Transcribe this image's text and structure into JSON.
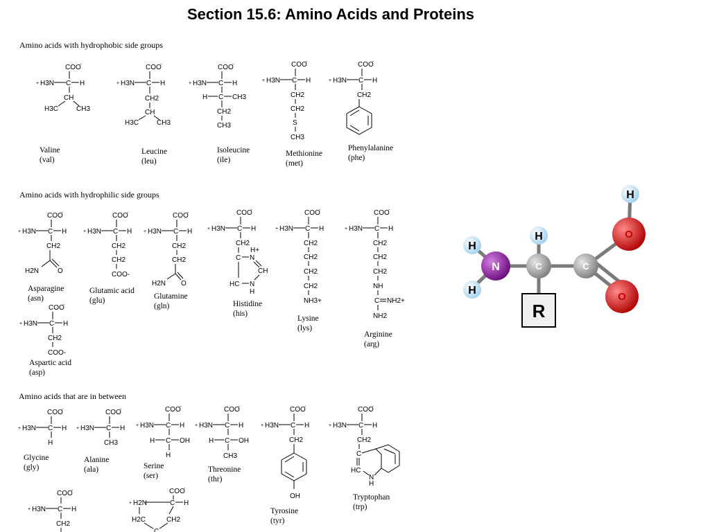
{
  "title": "Section 15.6:  Amino Acids and Proteins",
  "sections": {
    "hydrophobic": "Amino acids with hydrophobic side groups",
    "hydrophilic": "Amino acids with hydrophilic side groups",
    "between": "Amino acids that are in between"
  },
  "amino_acids": [
    {
      "name": "Valine",
      "abbr": "(val)"
    },
    {
      "name": "Leucine",
      "abbr": "(leu)"
    },
    {
      "name": "Isoleucine",
      "abbr": "(ile)"
    },
    {
      "name": "Methionine",
      "abbr": "(met)"
    },
    {
      "name": "Phenylalanine",
      "abbr": "(phe)"
    },
    {
      "name": "Asparagine",
      "abbr": "(asn)"
    },
    {
      "name": "Glutamic acid",
      "abbr": "(glu)"
    },
    {
      "name": "Glutamine",
      "abbr": "(gln)"
    },
    {
      "name": "Histidine",
      "abbr": "(his)"
    },
    {
      "name": "Lysine",
      "abbr": "(lys)"
    },
    {
      "name": "Arginine",
      "abbr": "(arg)"
    },
    {
      "name": "Aspartic acid",
      "abbr": "(asp)"
    },
    {
      "name": "Glycine",
      "abbr": "(gly)"
    },
    {
      "name": "Alanine",
      "abbr": "(ala)"
    },
    {
      "name": "Serine",
      "abbr": "(ser)"
    },
    {
      "name": "Threonine",
      "abbr": "(thr)"
    },
    {
      "name": "Tyrosine",
      "abbr": "(tyr)"
    },
    {
      "name": "Tryptophan",
      "abbr": "(trp)"
    }
  ],
  "backbone": {
    "carboxyl": "COO",
    "amine": "H3N",
    "alpha": "C",
    "h": "H",
    "charge_minus": "-",
    "charge_plus": "+"
  },
  "groups": {
    "val": [
      "CH",
      "H3C",
      "CH3"
    ],
    "leu": [
      "CH2",
      "CH",
      "H3C",
      "CH3"
    ],
    "ile": [
      "H",
      "C",
      "CH3",
      "CH2",
      "CH3"
    ],
    "met": [
      "CH2",
      "CH2",
      "S",
      "CH3"
    ],
    "phe": [
      "CH2"
    ],
    "asn": [
      "CH2",
      "H2N",
      "O"
    ],
    "glu": [
      "CH2",
      "CH2",
      "COO-"
    ],
    "gln": [
      "CH2",
      "CH2",
      "H2N",
      "O"
    ],
    "his": [
      "CH2",
      "C",
      "N",
      "H+",
      "CH",
      "HC",
      "N",
      "H"
    ],
    "lys": [
      "CH2",
      "CH2",
      "CH2",
      "CH2",
      "NH3+"
    ],
    "arg": [
      "CH2",
      "CH2",
      "CH2",
      "NH",
      "C",
      "NH2+",
      "NH2"
    ],
    "asp": [
      "CH2",
      "COO-"
    ],
    "gly": [
      "H"
    ],
    "ala": [
      "CH3"
    ],
    "ser": [
      "H",
      "C",
      "OH",
      "H"
    ],
    "thr": [
      "H",
      "C",
      "OH",
      "CH3"
    ],
    "tyr": [
      "CH2",
      "OH"
    ],
    "trp": [
      "CH2",
      "C",
      "HC",
      "N",
      "H"
    ],
    "extra1": [
      "CH2"
    ],
    "pro": [
      "H2N",
      "H2C",
      "CH2",
      "C"
    ]
  },
  "model": {
    "atoms": {
      "h_top": "H",
      "o_top": "O",
      "h_left_top": "H",
      "n": "N",
      "h_alpha": "H",
      "c_alpha": "C",
      "c_carboxyl": "C",
      "h_left_bottom": "H",
      "o_bottom": "O",
      "r": "R"
    },
    "colors": {
      "hydrogen": "#bfe3f7",
      "nitrogen": "#8b1a9e",
      "carbon": "#9a9a9a",
      "oxygen": "#dd1111",
      "bond": "#7a7a7a"
    }
  }
}
